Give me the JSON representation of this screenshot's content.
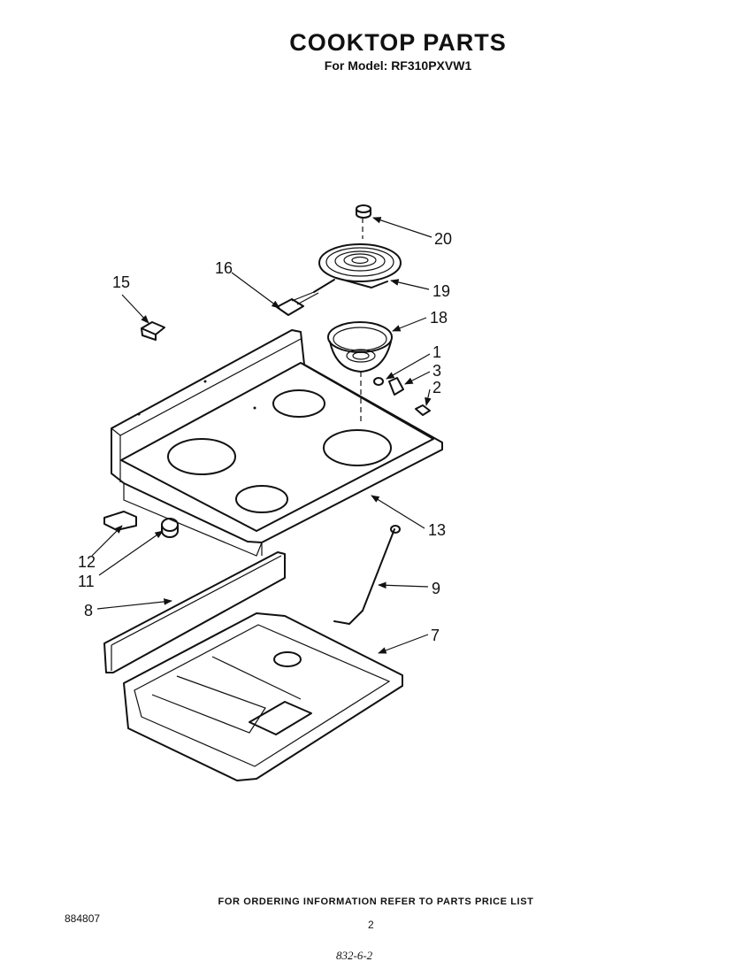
{
  "header": {
    "title": "COOKTOP PARTS",
    "subtitle": "For Model: RF310PXVW1"
  },
  "callouts": {
    "c20": "20",
    "c19": "19",
    "c18": "18",
    "c16": "16",
    "c15": "15",
    "c1": "1",
    "c3": "3",
    "c2": "2",
    "c13": "13",
    "c12": "12",
    "c11": "11",
    "c9": "9",
    "c8": "8",
    "c7": "7"
  },
  "footer": {
    "ordering_note": "FOR ORDERING INFORMATION REFER TO PARTS PRICE LIST",
    "doc_number": "884807",
    "page_number": "2",
    "handwritten": "832-6-2"
  }
}
